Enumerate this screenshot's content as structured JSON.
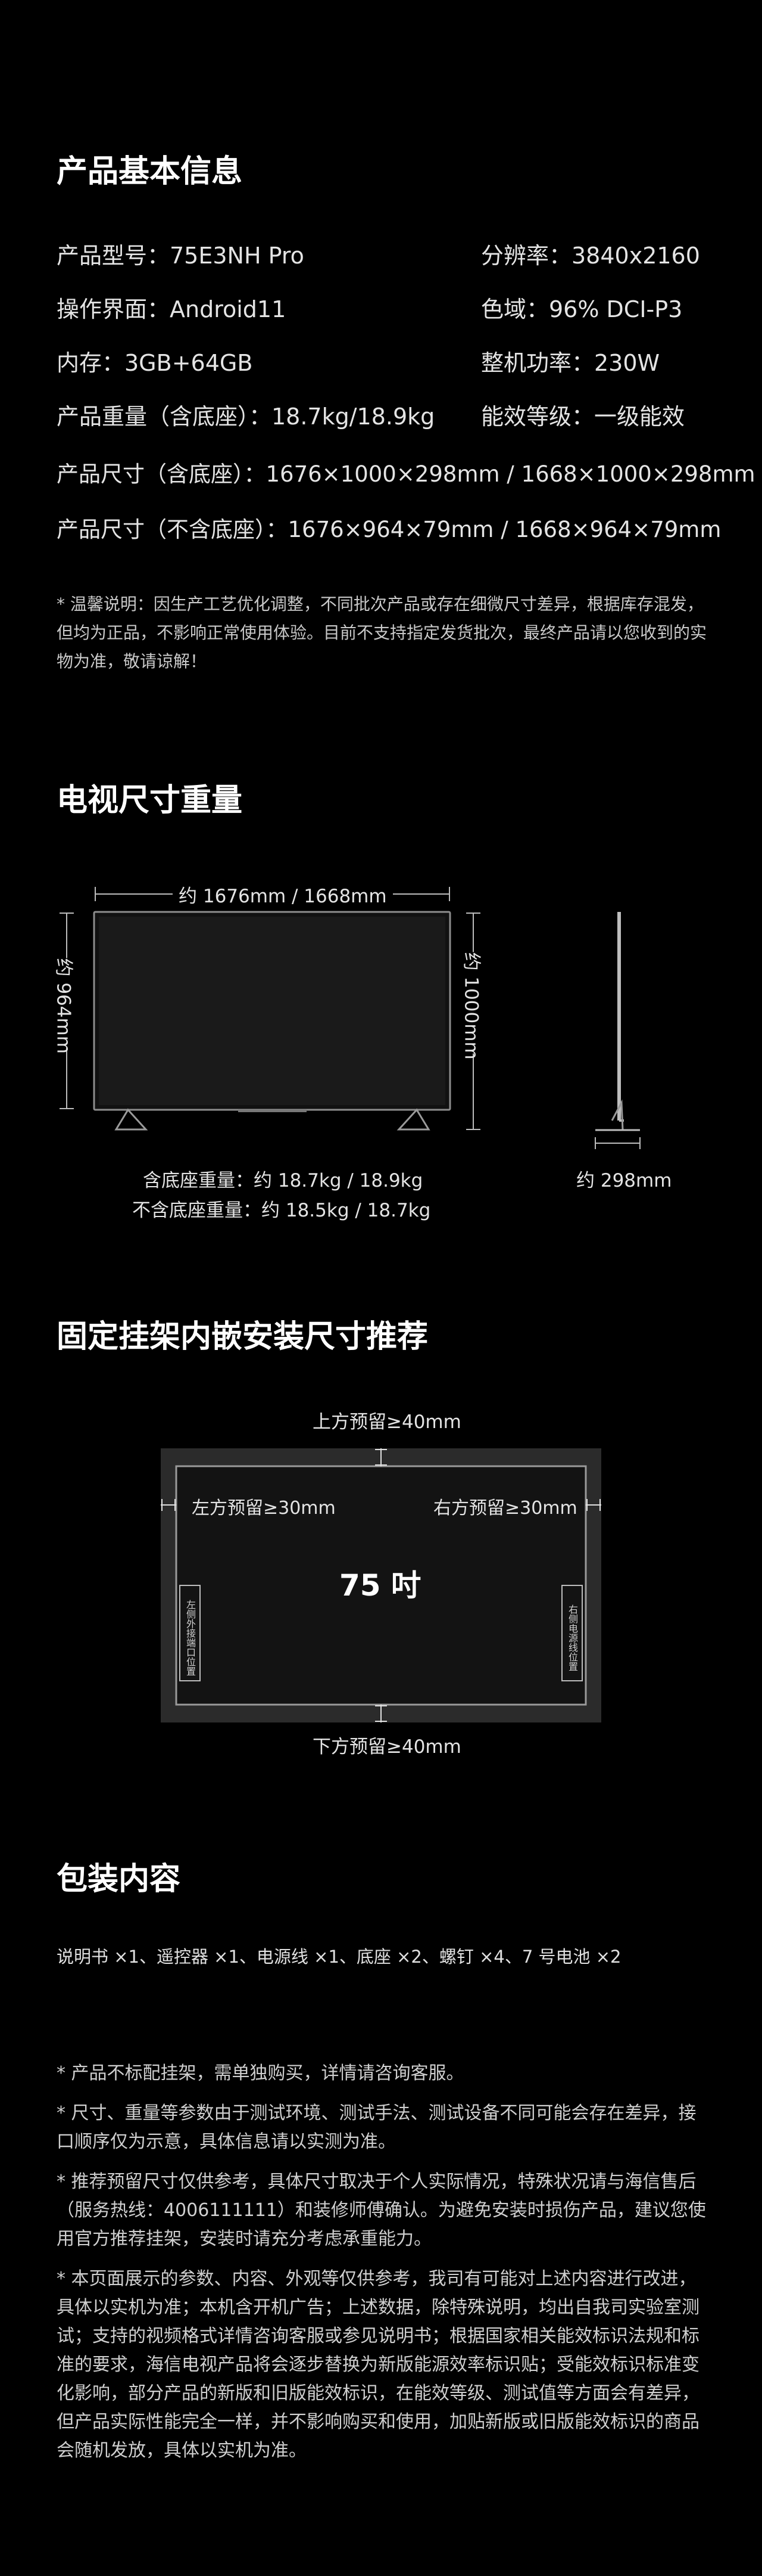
{
  "basic_info": {
    "title": "产品基本信息",
    "rows": [
      {
        "left": "产品型号：75E3NH Pro",
        "right": "分辨率：3840x2160"
      },
      {
        "left": "操作界面：Android11",
        "right": "色域：96% DCI-P3"
      },
      {
        "left": "内存：3GB+64GB",
        "right": "整机功率：230W"
      },
      {
        "left": "产品重量（含底座）：18.7kg/18.9kg",
        "right": "能效等级：一级能效"
      }
    ],
    "size_with_base": "产品尺寸（含底座）：1676×1000×298mm / 1668×1000×298mm",
    "size_without_base": "产品尺寸（不含底座）：1676×964×79mm / 1668×964×79mm",
    "notice": "* 温馨说明：因生产工艺优化调整，不同批次产品或存在细微尺寸差异，根据库存混发，但均为正品，不影响正常使用体验。目前不支持指定发货批次，最终产品请以您收到的实物为准，敬请谅解！"
  },
  "dimensions": {
    "title": "电视尺寸重量",
    "width_label": "约 1676mm / 1668mm",
    "height_label": "约 964mm",
    "total_height_label": "约 1000mm",
    "depth_label": "约 298mm",
    "weight_with_base": "含底座重量：约 18.7kg / 18.9kg",
    "weight_without_base": "不含底座重量：约 18.5kg / 18.7kg"
  },
  "mount": {
    "title": "固定挂架内嵌安装尺寸推荐",
    "top": "上方预留≥40mm",
    "left": "左方预留≥30mm",
    "right": "右方预留≥30mm",
    "bottom": "下方预留≥40mm",
    "size": "75 吋",
    "left_port": "左侧外接端口位置",
    "right_port": "右侧电源线位置"
  },
  "package": {
    "title": "包装内容",
    "contents": "说明书 ×1、遥控器 ×1、电源线 ×1、底座 ×2、螺钉 ×4、7 号电池 ×2"
  },
  "footnotes": [
    "* 产品不标配挂架，需单独购买，详情请咨询客服。",
    "* 尺寸、重量等参数由于测试环境、测试手法、测试设备不同可能会存在差异，接口顺序仅为示意，具体信息请以实测为准。",
    "* 推荐预留尺寸仅供参考，具体尺寸取决于个人实际情况，特殊状况请与海信售后（服务热线：4006111111）和装修师傅确认。为避免安装时损伤产品，建议您使用官方推荐挂架，安装时请充分考虑承重能力。",
    "* 本页面展示的参数、内容、外观等仅供参考，我司有可能对上述内容进行改进，具体以实机为准；本机含开机广告；上述数据，除特殊说明，均出自我司实验室测试；支持的视频格式详情咨询客服或参见说明书；根据国家相关能效标识法规和标准的要求，海信电视产品将会逐步替换为新版能源效率标识贴；受能效标识标准变化影响，部分产品的新版和旧版能效标识，在能效等级、测试值等方面会有差异，但产品实际性能完全一样，并不影响购买和使用，加贴新版或旧版能效标识的商品会随机发放，具体以实机为准。"
  ]
}
